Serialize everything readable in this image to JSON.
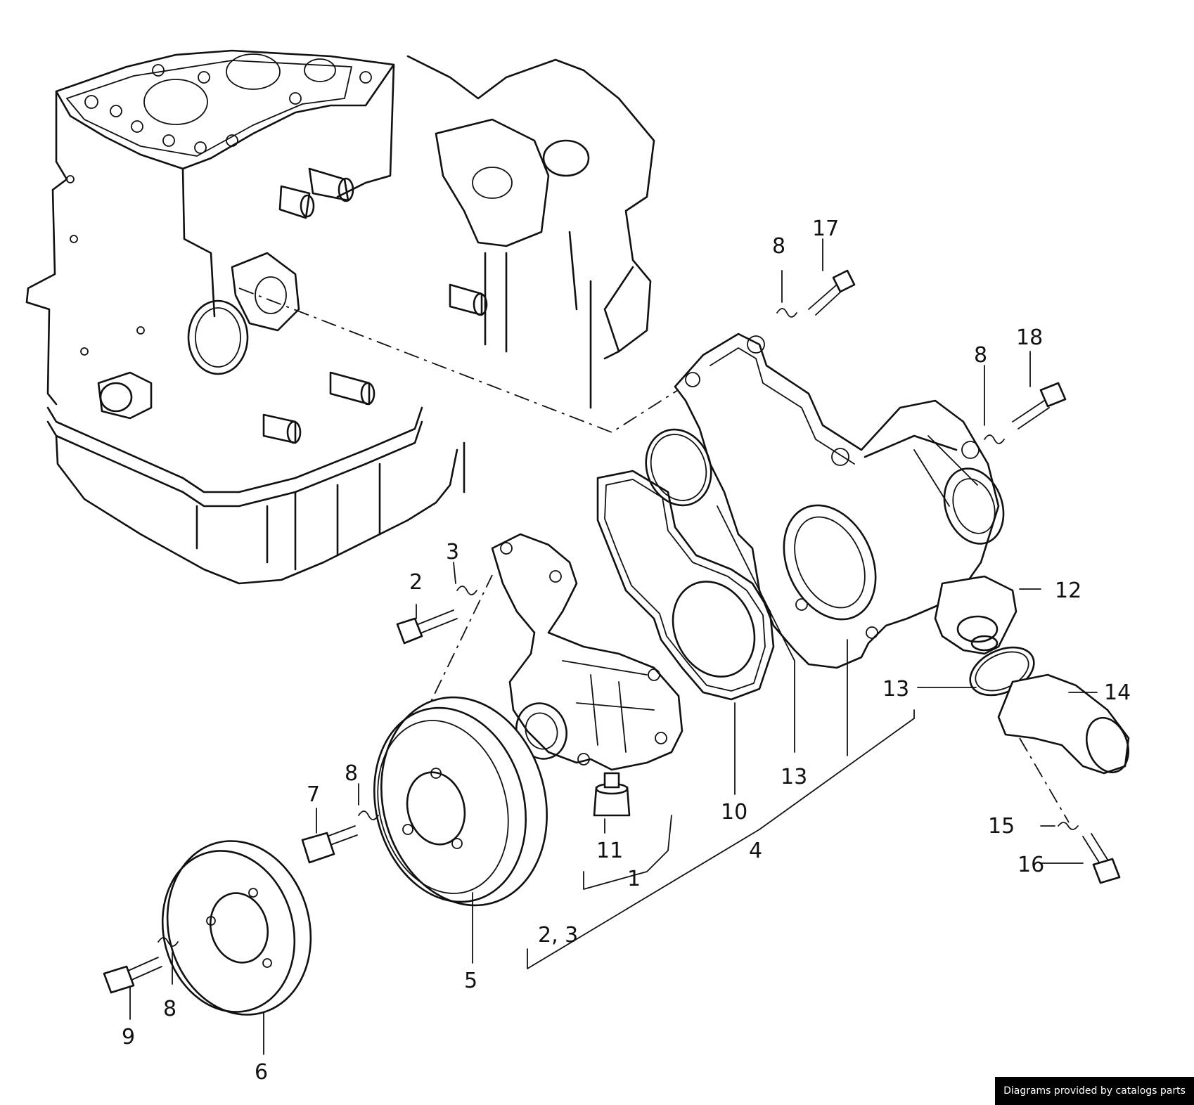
{
  "diagram": {
    "labels": [
      "1",
      "2",
      "3",
      "2, 3",
      "4",
      "5",
      "6",
      "7",
      "8",
      "9",
      "10",
      "11",
      "12",
      "13",
      "14",
      "15",
      "16",
      "17",
      "18"
    ]
  },
  "footer": {
    "credit": "Diagrams provided by catalogs parts"
  }
}
